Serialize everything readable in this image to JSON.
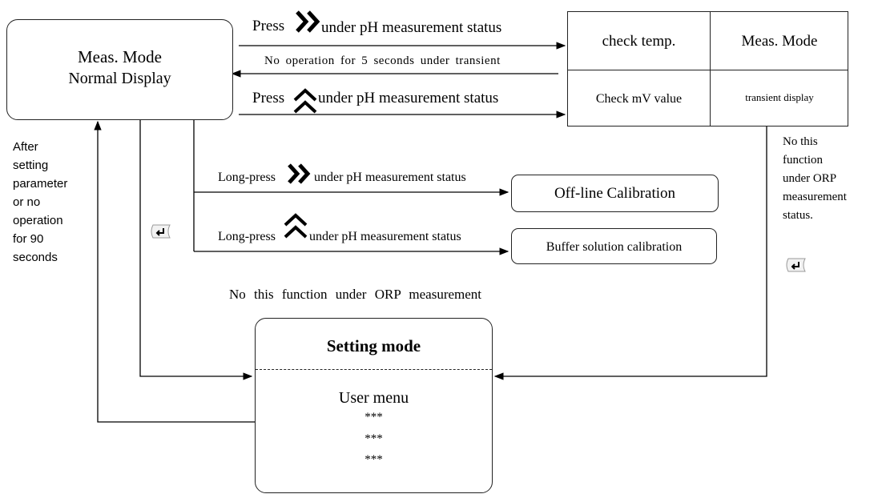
{
  "normal_display": {
    "title": "Meas. Mode",
    "subtitle": "Normal Display"
  },
  "transitions": {
    "press_right": {
      "prefix": "Press",
      "suffix": "under pH measurement status",
      "icon": "double-chevron-right-icon"
    },
    "no_operation": "No operation for 5 seconds under transient",
    "press_up": {
      "prefix": "Press",
      "suffix": "under pH measurement status",
      "icon": "chevron-up-icon"
    },
    "long_press_right": {
      "prefix": "Long-press",
      "suffix": "under pH measurement status",
      "icon": "double-chevron-right-icon"
    },
    "long_press_up": {
      "prefix": "Long-press",
      "suffix": "under pH measurement status",
      "icon": "chevron-up-icon"
    }
  },
  "transient_table": {
    "top_left": "check temp.",
    "top_right": "Meas. Mode",
    "bottom_left": "Check mV value",
    "bottom_right": "transient display"
  },
  "offline_calibration": "Off-line Calibration",
  "buffer_calibration": "Buffer solution calibration",
  "orp_note_center": "No this function under ORP measurement",
  "orp_note_right": [
    "No this",
    "function",
    "under ORP",
    "measurement",
    "status."
  ],
  "return_note_left": [
    "After",
    "setting",
    "parameter",
    "or no",
    "operation",
    "for 90",
    "seconds"
  ],
  "setting_mode": {
    "title": "Setting mode",
    "menu_label": "User menu",
    "items": [
      "***",
      "***",
      "***"
    ]
  },
  "icons": {
    "enter_key_left": "enter-key-icon",
    "enter_key_right": "enter-key-icon"
  }
}
